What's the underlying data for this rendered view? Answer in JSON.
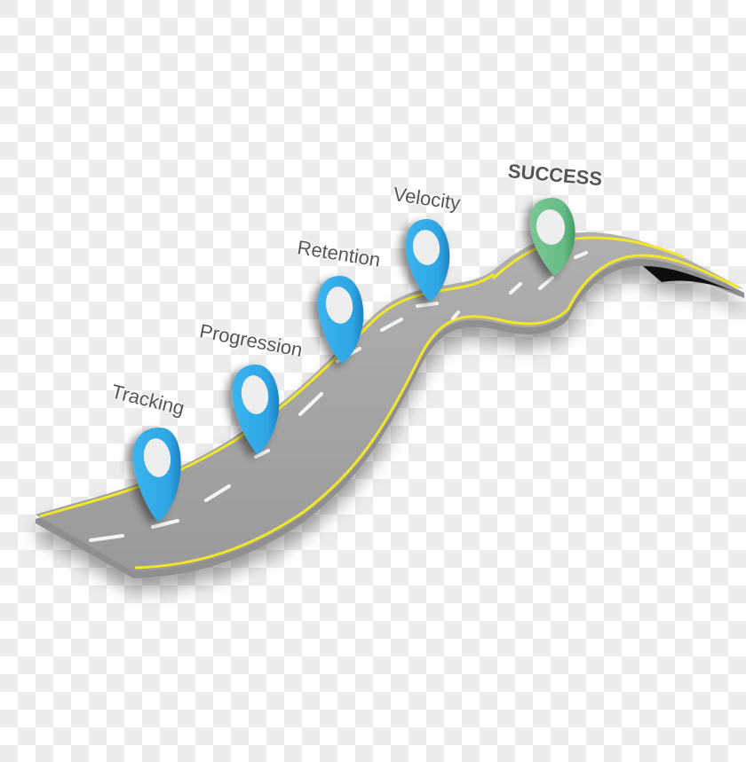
{
  "diagram": {
    "type": "roadmap",
    "colors": {
      "road": "#a3a3a3",
      "road_edge": "#8a8a8a",
      "road_line_yellow": "#f2e52c",
      "road_dash_white": "#f4f4f4",
      "pin_blue": "#2fa8e6",
      "pin_green": "#6cc08a",
      "pin_center": "#eeeeee",
      "label_text": "#555555",
      "checker_light": "#ffffff",
      "checker_dark": "#ececec"
    },
    "milestones": [
      {
        "label": "Tracking",
        "pin_color": "blue"
      },
      {
        "label": "Progression",
        "pin_color": "blue"
      },
      {
        "label": "Retention",
        "pin_color": "blue"
      },
      {
        "label": "Velocity",
        "pin_color": "blue"
      },
      {
        "label": "SUCCESS",
        "pin_color": "green"
      }
    ]
  }
}
